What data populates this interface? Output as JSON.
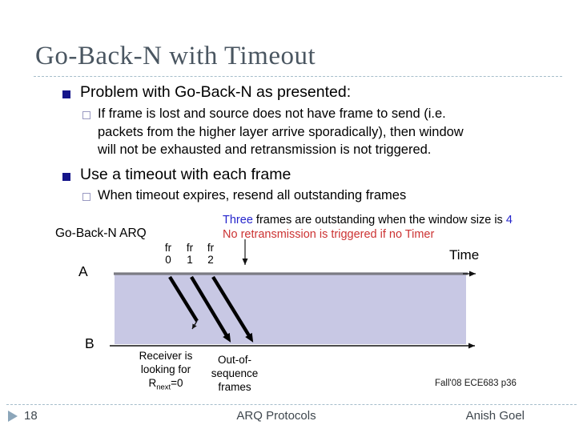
{
  "slide_title": "Go-Back-N with Timeout",
  "bullets": {
    "b1": "Problem with Go-Back-N as presented:",
    "b1_sub_lines": [
      "If frame is lost and source does not have frame to send (i.e.",
      "packets from the higher layer arrive sporadically), then window",
      "will not be exhausted and retransmission is not triggered."
    ],
    "b2": "Use a timeout with each frame",
    "b2_sub": "When timeout expires, resend all outstanding frames"
  },
  "diagram": {
    "caption": "Go-Back-N ARQ",
    "note_blue_1": "Three",
    "note_black": " frames are outstanding when the window size is ",
    "note_blue_2": "4",
    "note_red": "No retransmission is triggered if no Timer",
    "time_label": "Time",
    "host_a": "A",
    "host_b": "B",
    "frames": [
      {
        "l1": "fr",
        "l2": "0"
      },
      {
        "l1": "fr",
        "l2": "1"
      },
      {
        "l1": "fr",
        "l2": "2"
      }
    ],
    "receiver_note": {
      "line1": "Receiver is",
      "line2": "looking for",
      "r": "R",
      "r_sub": "next",
      "r_eq": "=0"
    },
    "oos_note": {
      "line1": "Out-of-",
      "line2": "sequence",
      "line3": "frames"
    },
    "credit": "Fall'08 ECE683  p36"
  },
  "footer": {
    "page": "18",
    "center": "ARQ Protocols",
    "author": "Anish Goel"
  },
  "colors": {
    "band_lavender": "#c8c8e4",
    "timeline_gray": "#7b7b83",
    "note_blue": "#2424cc",
    "note_red": "#cc3333",
    "bullet_navy": "#15158a",
    "title_gray": "#4a5661"
  }
}
